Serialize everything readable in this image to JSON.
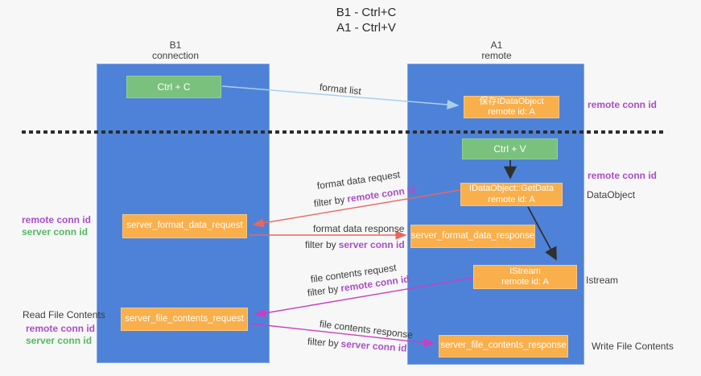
{
  "title": {
    "line1": "B1 - Ctrl+C",
    "line2": "A1 - Ctrl+V"
  },
  "lanes": {
    "left": {
      "name": "B1",
      "sub": "connection"
    },
    "right": {
      "name": "A1",
      "sub": "remote"
    }
  },
  "nodes": {
    "ctrl_c": {
      "label": "Ctrl + C"
    },
    "save_dataobject": {
      "line1": "保存IDataObject",
      "line2": "remote id: A"
    },
    "ctrl_v": {
      "label": "Ctrl + V"
    },
    "getdata": {
      "line1": "IDataObject::GetData",
      "line2": "remote id: A"
    },
    "format_request": {
      "label": "server_format_data_request"
    },
    "format_response": {
      "label": "server_format_data_response"
    },
    "istream": {
      "line1": "IStream",
      "line2": "remote id: A"
    },
    "file_request": {
      "label": "server_file_contents_request"
    },
    "file_response": {
      "label": "server_file_contents_response"
    }
  },
  "terms": {
    "filter_by": "filter by",
    "remote_conn_id": "remote conn id",
    "server_conn_id": "server conn id"
  },
  "annotations": {
    "format_list": "format list",
    "format_data_request": "format data request",
    "format_data_response": "format data response",
    "file_contents_request": "file contents request",
    "file_contents_response": "file contents response"
  },
  "side_labels": {
    "dataobject": "DataObject",
    "istream": "Istream",
    "read_file_contents": "Read File Contents",
    "write_file_contents": "Write File Contents"
  },
  "colors": {
    "background": "#f7f7f8",
    "lane_blue": "#4e82d8",
    "node_green": "#7ac17d",
    "node_orange": "#f9af4b",
    "highlight_purple": "#a94fc5",
    "highlight_green": "#53b960",
    "arrow_light_blue": "#a9cfeb",
    "arrow_red": "#e8685e",
    "arrow_magenta": "#ca3ec0",
    "arrow_black": "#2f2f2f"
  }
}
